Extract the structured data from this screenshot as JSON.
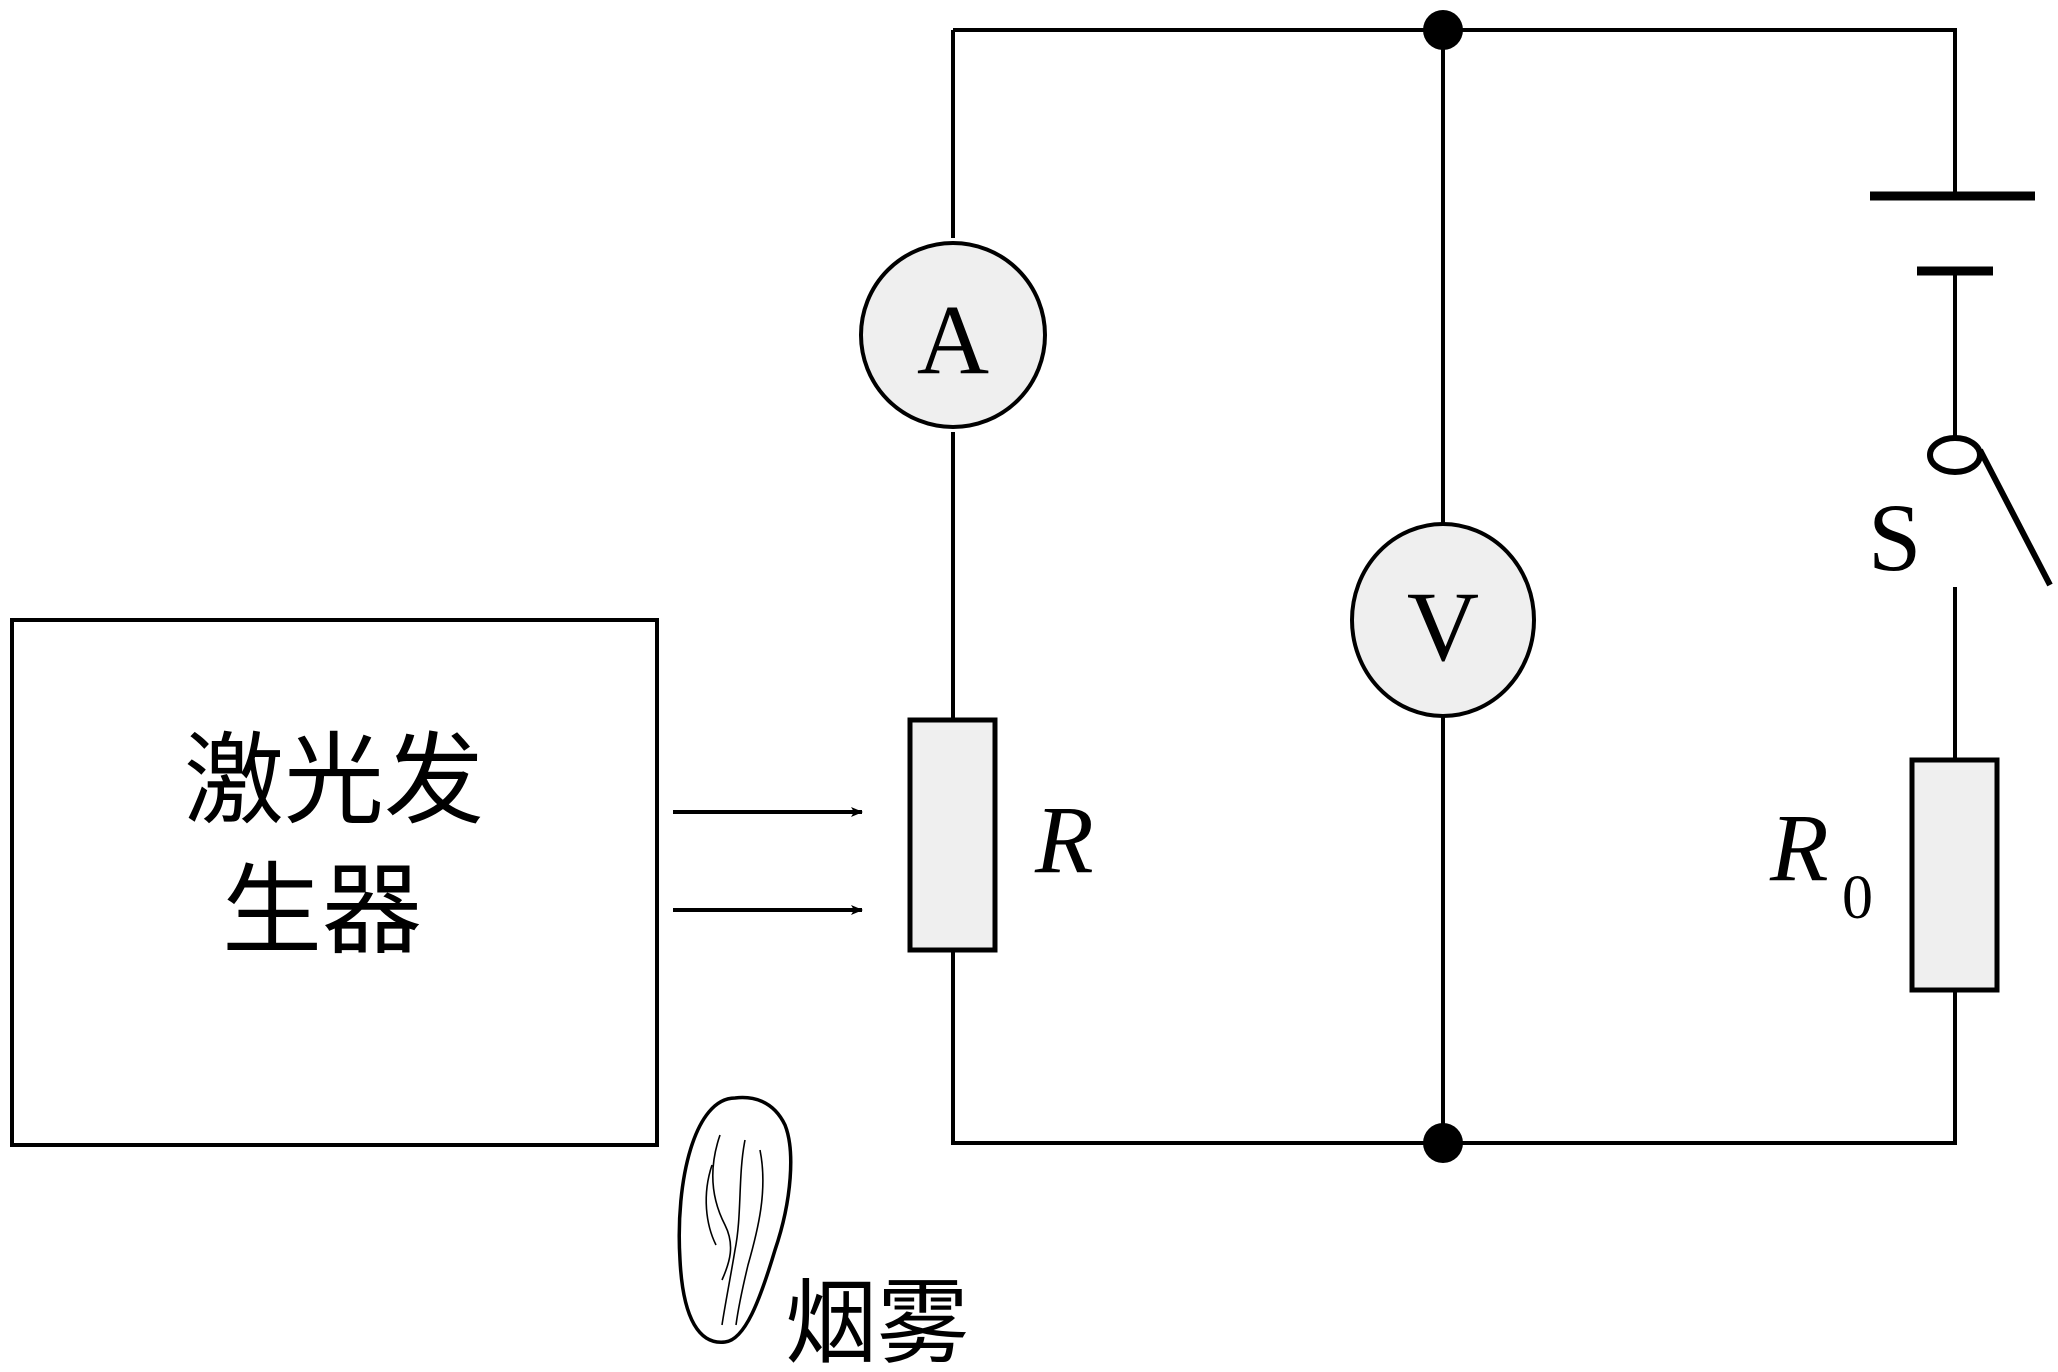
{
  "labels": {
    "laser_line1": "激光发",
    "laser_line2": "生器",
    "smoke": "烟雾",
    "ammeter": "A",
    "voltmeter": "V",
    "resistor_r": "R",
    "resistor_r0_main": "R",
    "resistor_r0_sub": "0",
    "switch": "S"
  },
  "colors": {
    "line": "#000000",
    "component_fill": "#efefef"
  }
}
